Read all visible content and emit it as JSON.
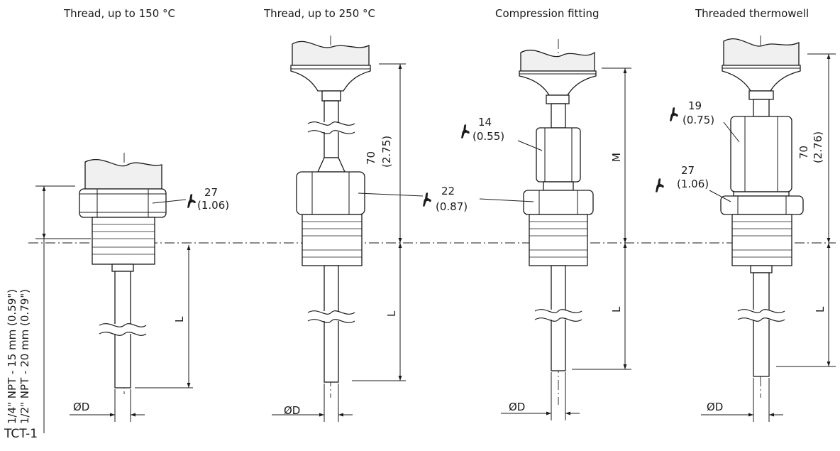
{
  "titles": {
    "v1": "Thread, up to 150 °C",
    "v2": "Thread, up to 250 °C",
    "v3": "Compression fitting",
    "v4": "Threaded thermowell"
  },
  "left_dims": {
    "npt_quarter": "1/4\" NPT - 15 mm (0.59\")",
    "npt_half": "1/2\" NPT - 20 mm (0.79\")"
  },
  "dims": {
    "L": "L",
    "M": "M",
    "diameter": "ØD",
    "len_v2_mm": "70",
    "len_v2_in": "(2.75)",
    "len_v4_mm": "70",
    "len_v4_in": "(2.76)"
  },
  "wrench_sizes": {
    "v1_mm": "27",
    "v1_in": "(1.06)",
    "v2_mm": "22",
    "v2_in": "(0.87)",
    "v3_mm": "14",
    "v3_in": "(0.55)",
    "v4a_mm": "19",
    "v4a_in": "(0.75)",
    "v4b_mm": "27",
    "v4b_in": "(1.06)"
  },
  "model_code": "TCT-1"
}
